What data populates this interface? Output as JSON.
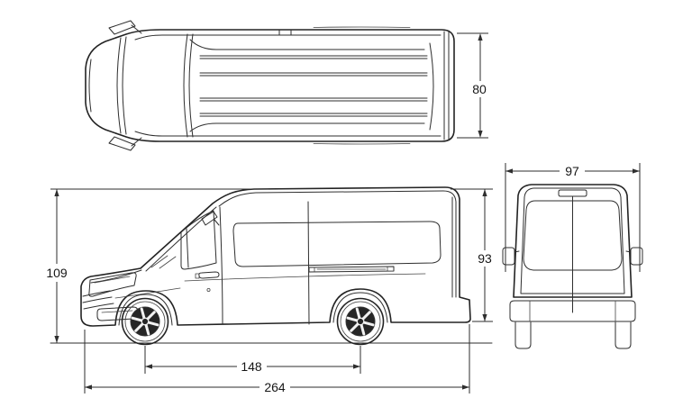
{
  "diagram": {
    "type": "vehicle-blueprint-three-view",
    "subject": "cargo van line drawing (top view, side view, rear view)",
    "colors": {
      "line": "#2e2e2e",
      "background": "#ffffff",
      "dim_text": "#161616"
    },
    "dimensions": {
      "top_view_width": "80",
      "overall_height": "109",
      "body_height": "93",
      "rear_width": "97",
      "wheelbase": "148",
      "overall_length": "264"
    }
  }
}
